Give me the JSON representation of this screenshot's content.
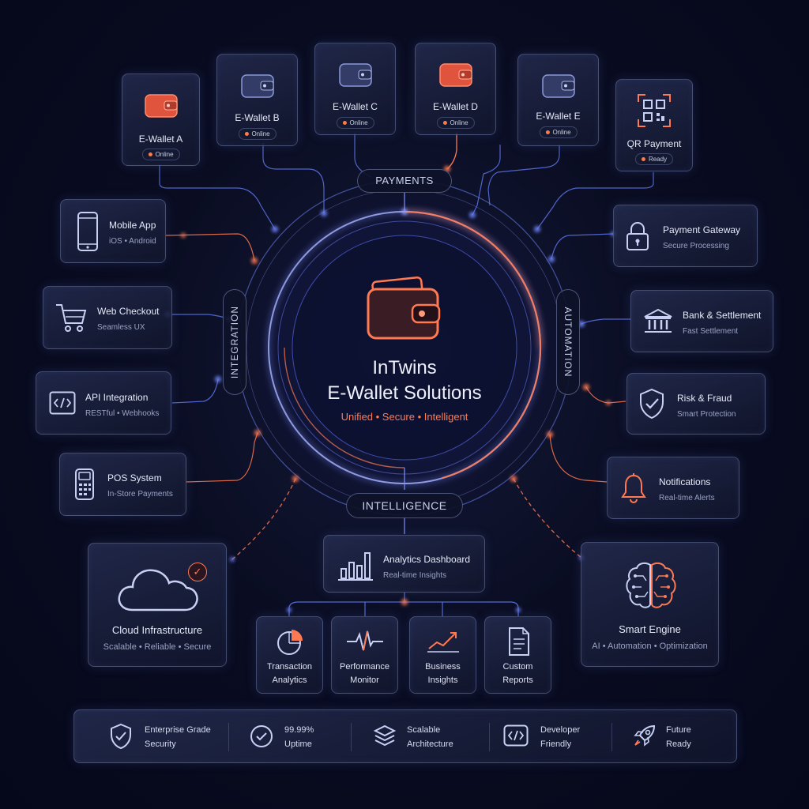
{
  "wallets": [
    {
      "name": "E-Wallet A",
      "status": "Online"
    },
    {
      "name": "E-Wallet B",
      "status": "Online"
    },
    {
      "name": "E-Wallet C",
      "status": "Online"
    },
    {
      "name": "E-Wallet D",
      "status": "Online"
    },
    {
      "name": "E-Wallet E",
      "status": "Online"
    }
  ],
  "qr": {
    "title": "QR Payment",
    "status": "Ready"
  },
  "hub": {
    "title_line1": "InTwins",
    "title_line2": "E-Wallet Solutions",
    "tagline": "Unified • Secure • Intelligent"
  },
  "rings": {
    "top": "PAYMENTS",
    "left": "INTEGRATION",
    "right": "AUTOMATION",
    "bottom": "INTELLIGENCE"
  },
  "left_cards": [
    {
      "title": "Mobile App",
      "subtitle": "iOS • Android",
      "icon": "phone-icon"
    },
    {
      "title": "Web Checkout",
      "subtitle": "Seamless UX",
      "icon": "cart-icon"
    },
    {
      "title": "API Integration",
      "subtitle": "RESTful • Webhooks",
      "icon": "code-icon"
    },
    {
      "title": "POS System",
      "subtitle": "In-Store Payments",
      "icon": "pos-terminal-icon"
    }
  ],
  "right_cards": [
    {
      "title": "Payment Gateway",
      "subtitle": "Secure Processing",
      "icon": "lock-icon"
    },
    {
      "title": "Bank & Settlement",
      "subtitle": "Fast Settlement",
      "icon": "bank-icon"
    },
    {
      "title": "Risk & Fraud",
      "subtitle": "Smart Protection",
      "icon": "shield-check-icon"
    },
    {
      "title": "Notifications",
      "subtitle": "Real-time Alerts",
      "icon": "bell-icon"
    }
  ],
  "cloud": {
    "title": "Cloud Infrastructure",
    "subtitle": "Scalable • Reliable • Secure"
  },
  "engine": {
    "title": "Smart Engine",
    "subtitle": "AI • Automation • Optimization"
  },
  "analytics": {
    "title": "Analytics Dashboard",
    "subtitle": "Real-time Insights"
  },
  "modules": [
    {
      "line1": "Transaction",
      "line2": "Analytics",
      "icon": "pie-chart-icon"
    },
    {
      "line1": "Performance",
      "line2": "Monitor",
      "icon": "pulse-icon"
    },
    {
      "line1": "Business",
      "line2": "Insights",
      "icon": "trend-chart-icon"
    },
    {
      "line1": "Custom",
      "line2": "Reports",
      "icon": "document-icon"
    }
  ],
  "features": [
    {
      "line1": "Enterprise Grade",
      "line2": "Security",
      "icon": "shield-icon"
    },
    {
      "line1": "99.99%",
      "line2": "Uptime",
      "icon": "check-circle-icon"
    },
    {
      "line1": "Scalable",
      "line2": "Architecture",
      "icon": "layers-icon"
    },
    {
      "line1": "Developer",
      "line2": "Friendly",
      "icon": "code-icon"
    },
    {
      "line1": "Future",
      "line2": "Ready",
      "icon": "rocket-icon"
    }
  ],
  "colors": {
    "accent": "#ff6a3d",
    "glow_blue": "#6f86ff",
    "background": "#070a1a"
  }
}
